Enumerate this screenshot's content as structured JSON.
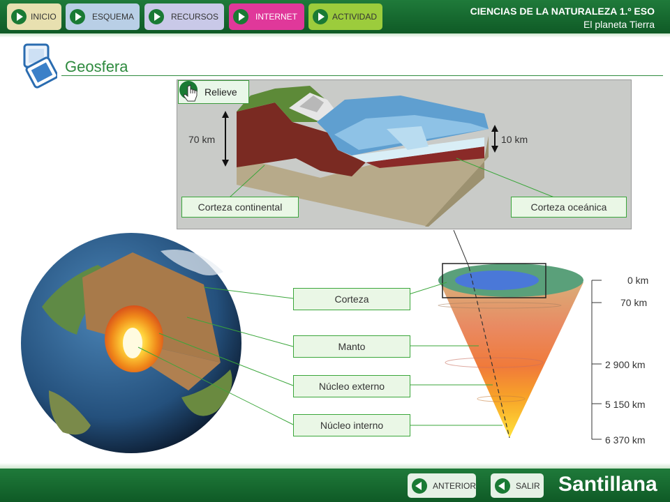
{
  "header": {
    "nav": [
      {
        "label": "INICIO",
        "color": "#e8e0b0"
      },
      {
        "label": "ESQUEMA",
        "color": "#b9cfe6"
      },
      {
        "label": "RECURSOS",
        "color": "#c9c9e8"
      },
      {
        "label": "INTERNET",
        "color": "#e0389a"
      },
      {
        "label": "ACTIVIDAD",
        "color": "#9ccc3c"
      }
    ],
    "course": "CIENCIAS DE LA NATURALEZA 1.º ESO",
    "unit": "El planeta Tierra"
  },
  "page": {
    "title": "Geosfera"
  },
  "relief": {
    "button": "Relieve",
    "thick_continental": "70 km",
    "thick_oceanic": "10 km",
    "continental": "Corteza continental",
    "oceanic": "Corteza oceánica"
  },
  "layers": [
    "Corteza",
    "Manto",
    "Núcleo externo",
    "Núcleo interno"
  ],
  "depths": [
    "0 km",
    "70 km",
    "2 900 km",
    "5 150 km",
    "6 370 km"
  ],
  "footer": {
    "prev": "ANTERIOR",
    "exit": "SALIR",
    "brand": "Santillana"
  },
  "colors": {
    "brand_green": "#1a7a34",
    "accent_green": "#3aa63a"
  }
}
